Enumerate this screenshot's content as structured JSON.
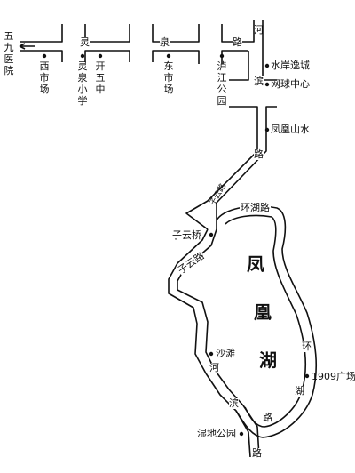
{
  "roads": {
    "linquan_road": [
      "灵",
      "泉",
      "路"
    ],
    "hebin_road": [
      "河",
      "滨",
      "路"
    ],
    "huanhu_road": "环湖路",
    "huanhu_road_east": [
      "环",
      "湖",
      "路"
    ],
    "hebin_road_south": [
      "河",
      "滨",
      "路"
    ],
    "ziyun_road_upper": "子云路",
    "ziyun_road_lower": "子云路"
  },
  "places": {
    "hospital": "五九医院",
    "west_market": "西市场",
    "linquan_school": "灵泉小学",
    "kaiwu_middle": "开五中",
    "east_market": "东市场",
    "lujiang_park": "泸江公园",
    "shuian_yicheng": "水岸逸城",
    "tennis_center": "网球中心",
    "fenghuang_shanshui": "凤凰山水",
    "ziyun_bridge": "子云桥",
    "beach": "沙滩",
    "plaza_1909": "1909广场",
    "wetland_park": "湿地公园"
  },
  "lake": {
    "name": [
      "凤",
      "凰",
      "湖"
    ]
  }
}
